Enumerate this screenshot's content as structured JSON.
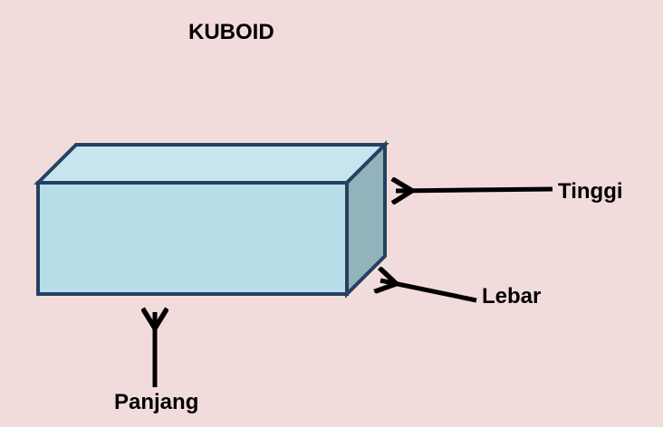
{
  "title": "KUBOID",
  "labels": {
    "height": "Tinggi",
    "width": "Lebar",
    "length": "Panjang"
  },
  "colors": {
    "background": "#f2dcdb",
    "front_face": "#b7dde8",
    "top_face": "#c6e5ef",
    "side_face": "#93b3bc",
    "edge": "#254061",
    "arrow": "#000000"
  }
}
